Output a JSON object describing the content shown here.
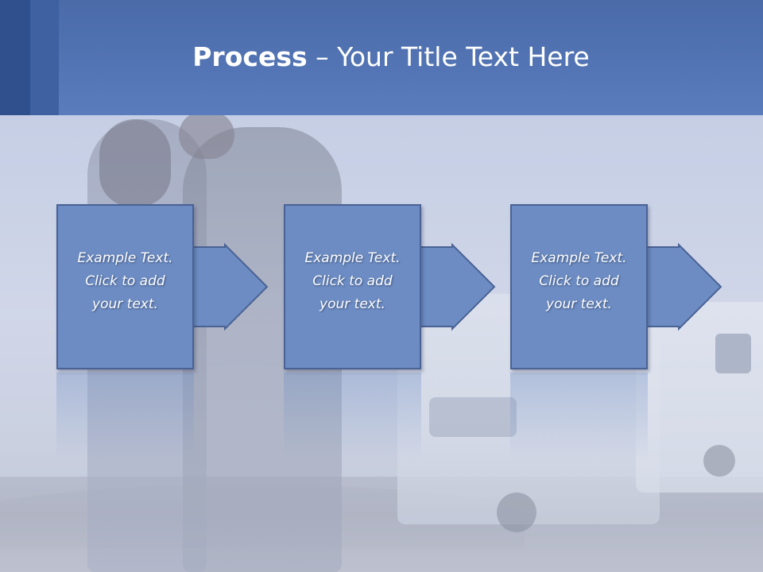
{
  "slide": {
    "title_bold": "Process",
    "title_rest": " – Your Title Text Here"
  },
  "steps": [
    {
      "line1": "Example Text.",
      "line2": "Click  to add",
      "line3": "your text."
    },
    {
      "line1": "Example Text.",
      "line2": "Click  to add",
      "line3": "your text."
    },
    {
      "line1": "Example Text.",
      "line2": "Click  to add",
      "line3": "your text."
    }
  ],
  "colors": {
    "header": "#5a7cbd",
    "box_fill": "#6c8cc3",
    "box_border": "#4a6294",
    "text": "#ffffff"
  }
}
